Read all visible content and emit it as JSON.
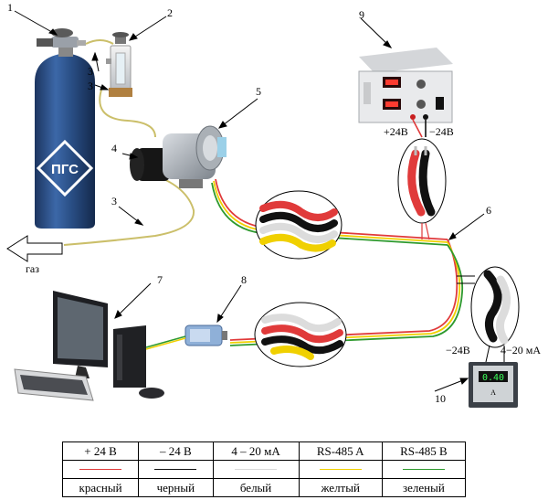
{
  "callouts": [
    "1",
    "2",
    "3",
    "3",
    "4",
    "5",
    "6",
    "7",
    "8",
    "9",
    "10",
    "3"
  ],
  "labels": {
    "gas": "газ",
    "cylinder_mark": "ПГС",
    "psu_plus": "+24В",
    "psu_minus": "−24В",
    "meter_minus": "−24В",
    "meter_current": "4−20 мА",
    "meter_display": "0.40"
  },
  "legend": {
    "signals": [
      "+ 24 В",
      "– 24 В",
      "4 – 20 мА",
      "RS-485 A",
      "RS-485 B"
    ],
    "colors_hex": [
      "#e03a3a",
      "#111111",
      "#d9d9d9",
      "#f0d000",
      "#2e9a2e"
    ],
    "names": [
      "красный",
      "черный",
      "белый",
      "желтый",
      "зеленый"
    ]
  }
}
